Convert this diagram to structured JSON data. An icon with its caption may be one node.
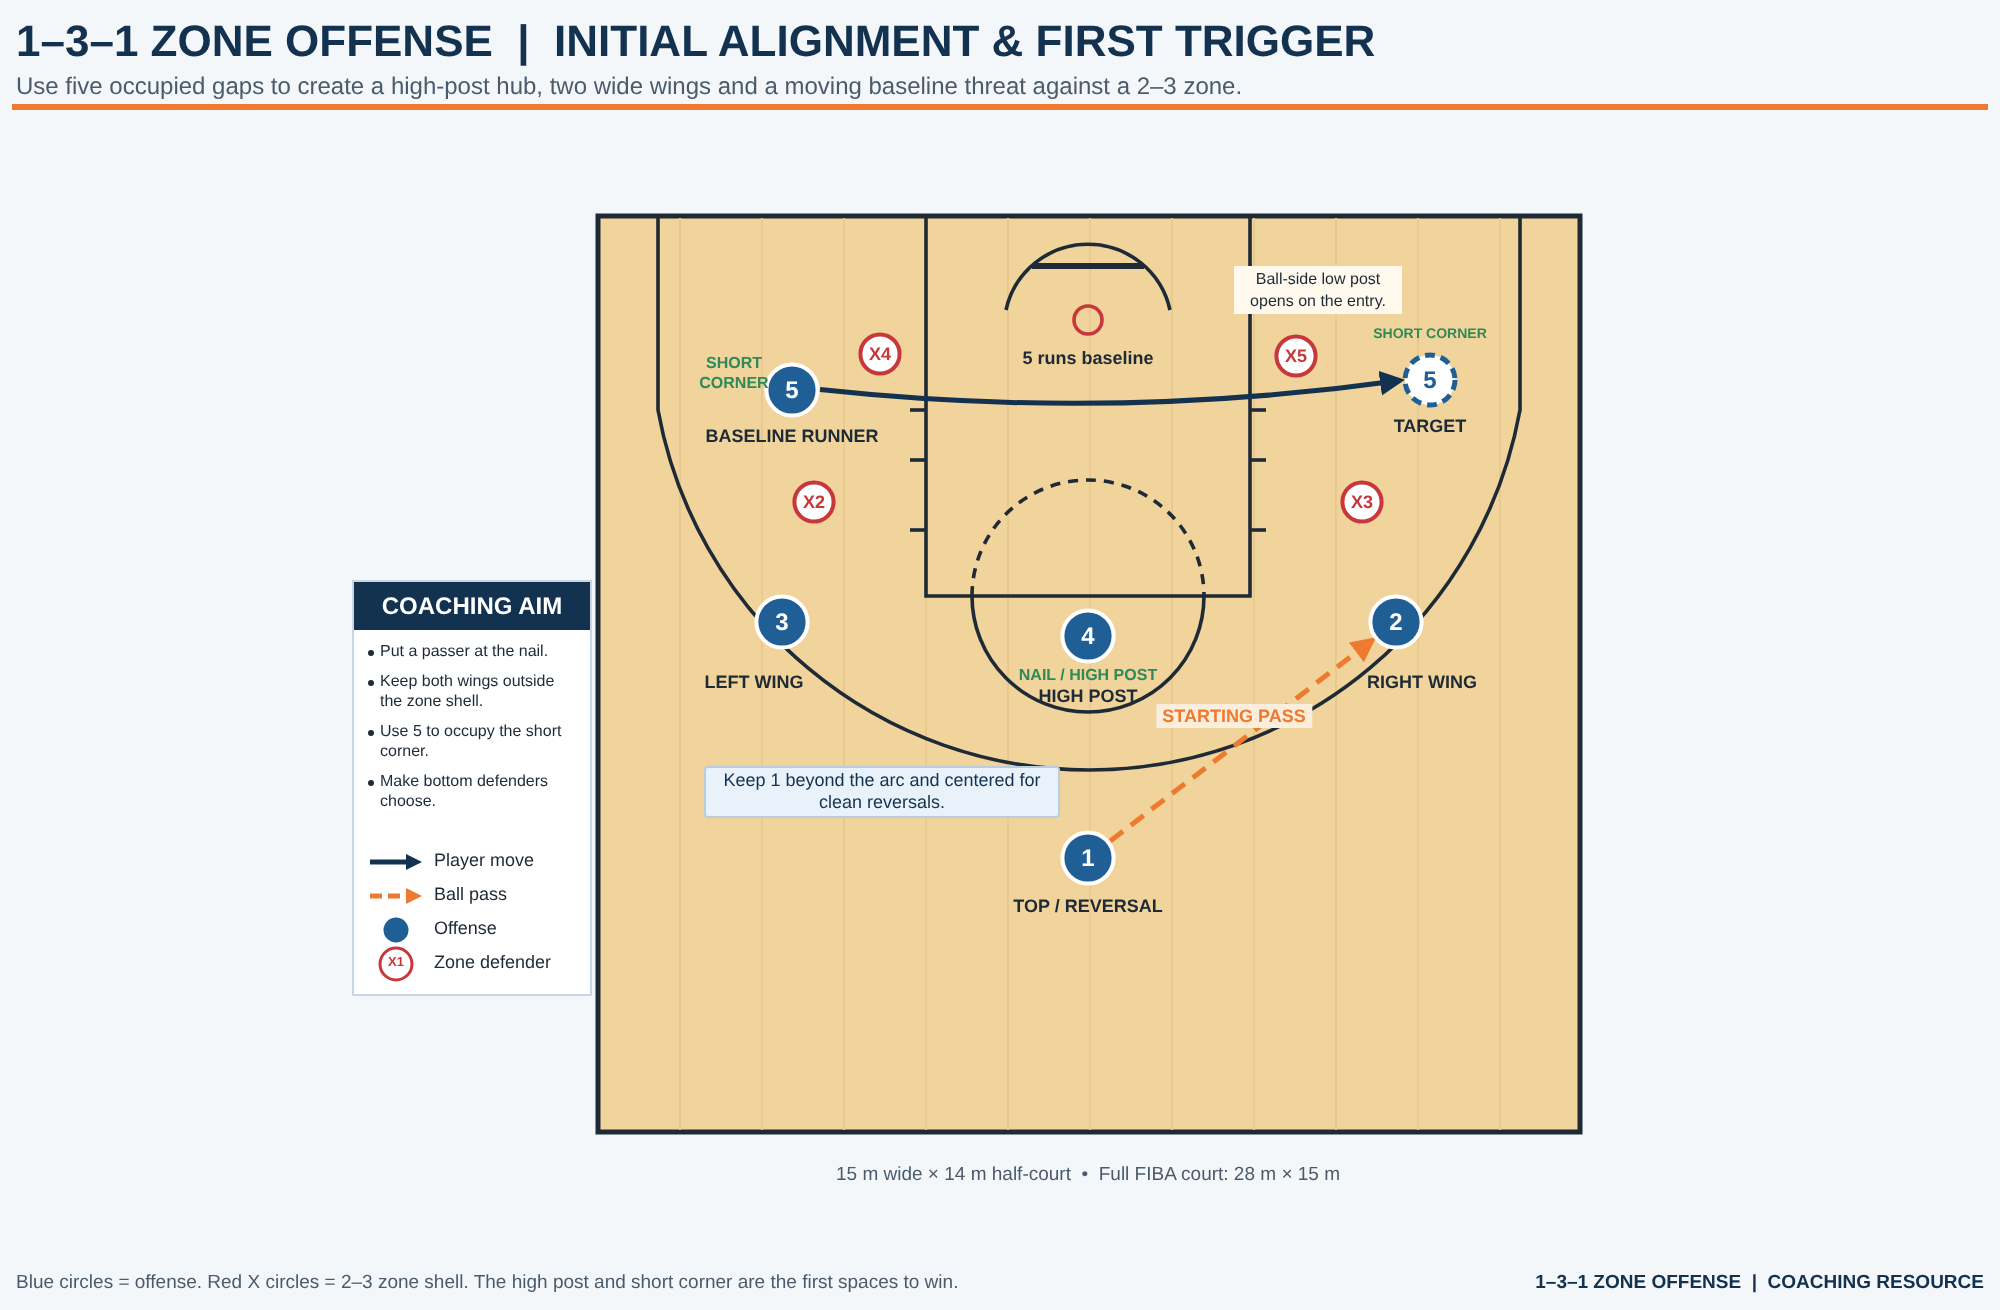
{
  "diagram": {
    "title": "1–3–1 ZONE OFFENSE  |  INITIAL ALIGNMENT & FIRST TRIGGER",
    "nodes": [
      {
        "text": [
          "COACHING AIM",
          "Put a passer at the nail.",
          "Keep both wings outside the zone shell.",
          "Use 5 to occupy the short corner.",
          "Make bottom defenders choose."
        ]
      },
      {
        "text": [
          "X4"
        ]
      },
      {
        "text": [
          "5"
        ],
        "beside": [
          "BASELINE RUNNER"
        ]
      },
      {
        "text": [
          "X5"
        ]
      },
      {
        "text": [
          "5"
        ],
        "beside": [
          "TARGET"
        ]
      },
      {
        "text": [
          "X2"
        ]
      },
      {
        "text": [
          "X3"
        ]
      },
      {
        "text": [
          "3"
        ],
        "beside": [
          "LEFT WING"
        ]
      },
      {
        "text": [
          "4"
        ],
        "beside": [
          "NAIL / HIGH POST",
          "HIGH POST"
        ]
      },
      {
        "text": [
          "2"
        ],
        "beside": [
          "RIGHT WING"
        ]
      },
      {
        "text": [
          "1"
        ],
        "beside": [
          "TOP / REVERSAL"
        ]
      }
    ],
    "edges": [
      {
        "from": 2,
        "to": 4,
        "arrow": "to"
      },
      {
        "from": 10,
        "to": 9,
        "arrow": "to",
        "label": "STARTING PASS",
        "style": "dashed",
        "color": "#ee7a30"
      }
    ],
    "labels": [
      "Use five occupied gaps to create a high-post hub, two wide wings and a moving baseline threat against a 2–3 zone.",
      "SHORT CORNER",
      "5 runs baseline",
      "Ball-side low post opens on the entry.",
      "SHORT CORNER",
      "Keep 1 beyond the arc and centered for clean reversals.",
      "X1",
      "15 m wide × 14 m half-court  •  Full FIBA court: 28 m × 15 m",
      "Blue circles = offense. Red X circles = 2–3 zone shell. The high post and short corner are the first spaces to win.",
      "1–3–1 ZONE OFFENSE  |  COACHING RESOURCE"
    ],
    "legend": [
      {
        "text": "Player move"
      },
      {
        "text": "Ball pass"
      },
      {
        "text": "Offense"
      },
      {
        "text": "Zone defender"
      }
    ]
  }
}
